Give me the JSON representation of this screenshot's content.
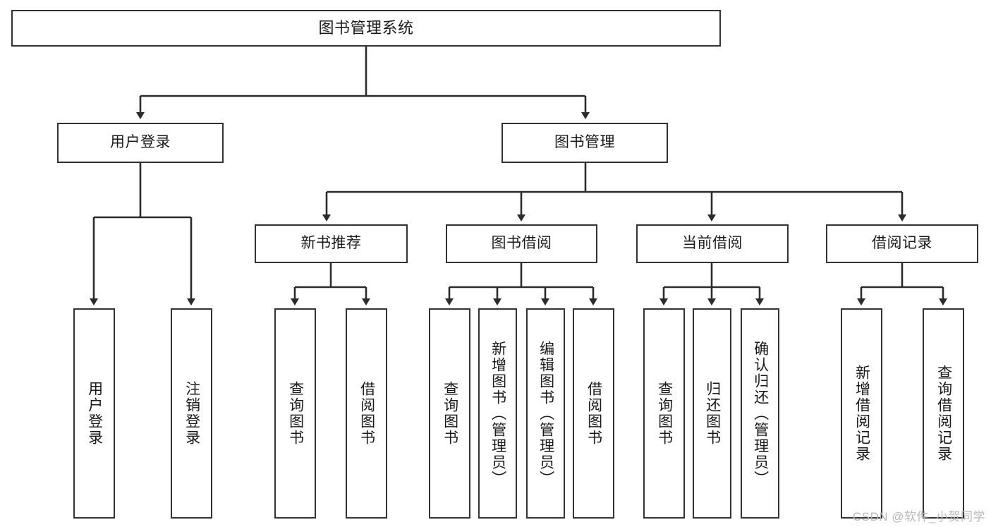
{
  "diagram": {
    "title": "图书管理系统",
    "type": "tree",
    "watermark": "CSDN @软件_小贺同学",
    "colors": {
      "box_border": "#333333",
      "box_fill": "#ffffff",
      "line": "#2b2b2b",
      "text": "#1a1a1a",
      "watermark": "#b8b8b8"
    },
    "nodes": {
      "root": {
        "label": "图书管理系统"
      },
      "level2": [
        {
          "id": "user-login",
          "label": "用户登录"
        },
        {
          "id": "book-manage",
          "label": "图书管理"
        }
      ],
      "level3": [
        {
          "id": "new-book-recommend",
          "label": "新书推荐"
        },
        {
          "id": "book-borrow",
          "label": "图书借阅"
        },
        {
          "id": "current-borrow",
          "label": "当前借阅"
        },
        {
          "id": "borrow-record",
          "label": "借阅记录"
        }
      ],
      "leaves": {
        "user-login": [
          {
            "id": "leaf-user-login",
            "label": "用户登录"
          },
          {
            "id": "leaf-logout-login",
            "label": "注销登录"
          }
        ],
        "new-book-recommend": [
          {
            "id": "leaf-query-book-1",
            "label": "查询图书"
          },
          {
            "id": "leaf-borrow-book-1",
            "label": "借阅图书"
          }
        ],
        "book-borrow": [
          {
            "id": "leaf-query-book-2",
            "label": "查询图书"
          },
          {
            "id": "leaf-add-book",
            "label": "新增图书（管理员）"
          },
          {
            "id": "leaf-edit-book",
            "label": "编辑图书（管理员）"
          },
          {
            "id": "leaf-borrow-book-2",
            "label": "借阅图书"
          }
        ],
        "current-borrow": [
          {
            "id": "leaf-query-book-3",
            "label": "查询图书"
          },
          {
            "id": "leaf-return-book",
            "label": "归还图书"
          },
          {
            "id": "leaf-confirm-return",
            "label": "确认归还（管理员）"
          }
        ],
        "borrow-record": [
          {
            "id": "leaf-add-record",
            "label": "新增借阅记录"
          },
          {
            "id": "leaf-query-record",
            "label": "查询借阅记录"
          }
        ]
      }
    }
  }
}
